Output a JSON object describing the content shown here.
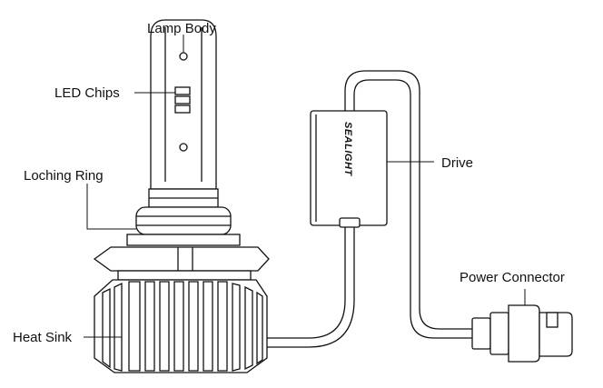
{
  "labels": {
    "lamp_body": "Lamp Body",
    "led_chips": "LED Chips",
    "loching_ring": "Loching Ring",
    "heat_sink": "Heat Sink",
    "drive": "Drive",
    "power_connector": "Power Connector"
  },
  "brand": "SEALIGHT"
}
